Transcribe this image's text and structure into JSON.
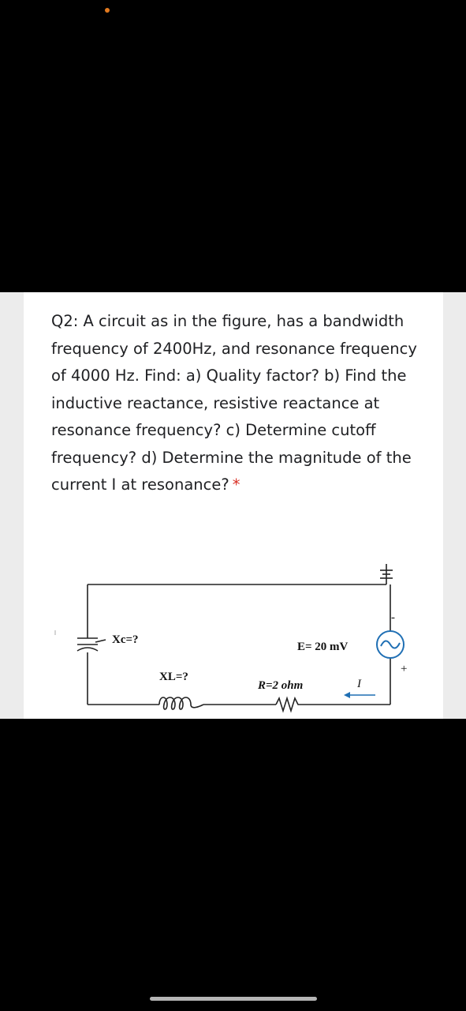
{
  "question": {
    "text": "Q2: A circuit as in the figure, has a bandwidth frequency of 2400Hz, and resonance frequency of 4000 Hz. Find: a) Quality factor? b) Find the inductive reactance, resistive reactance at resonance frequency? c) Determine cutoff frequency? d) Determine the magnitude of the current I at resonance?",
    "required_mark": "*"
  },
  "circuit": {
    "capacitor_label": "Xc=?",
    "inductor_label": "XL=?",
    "source_label": "E= 20 mV",
    "resistor_label": "R=2 ohm",
    "current_label": "I",
    "plus_sign": "+",
    "minus_sign": "-"
  },
  "colors": {
    "status_dot": "#e37a1f",
    "required": "#d93025",
    "source_circle": "#1f6fb4"
  }
}
